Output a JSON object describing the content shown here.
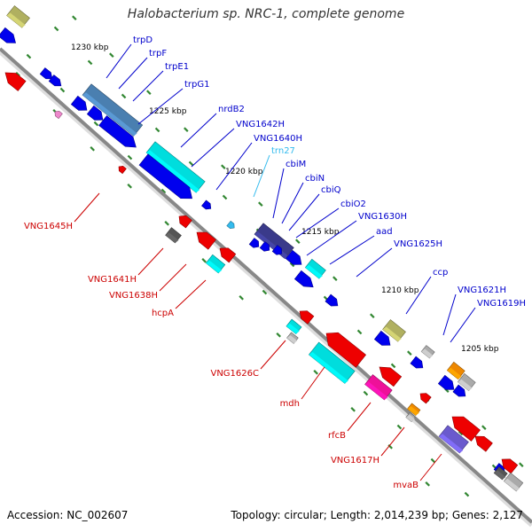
{
  "title": "Halobacterium sp. NRC-1, complete genome",
  "footer": {
    "accession": "Accession: NC_002607",
    "topology": "Topology: circular; Length: 2,014,239 bp; Genes: 2,127"
  },
  "colors": {
    "backbone": "#888888",
    "forward_label": "#0000cc",
    "reverse_label": "#cc0000",
    "rna_label": "#33bbee",
    "tick": "#338833",
    "blue": "#0000ee",
    "red": "#ee0000",
    "cyan": "#00dddd",
    "steel": "#4a7fb0",
    "indigo": "#3a3a8a",
    "olive": "#b0b060",
    "gray": "#aaaaaa",
    "dark_gray": "#555555",
    "orange": "#ee8800",
    "magenta": "#ee1199",
    "purple": "#6a5acd",
    "pink": "#ee88cc"
  },
  "scale_labels": [
    "1230 kbp",
    "1225 kbp",
    "1220 kbp",
    "1215 kbp",
    "1210 kbp",
    "1205 kbp"
  ],
  "gene_labels": [
    "trpD",
    "trpF",
    "trpE1",
    "trpG1",
    "nrdB2",
    "VNG1642H",
    "VNG1640H",
    "trn27",
    "cbiM",
    "cbiN",
    "cbiQ",
    "cbiO2",
    "VNG1630H",
    "aad",
    "VNG1625H",
    "ccp",
    "VNG1621H",
    "VNG1619H",
    "VNG1645H",
    "VNG1641H",
    "VNG1638H",
    "hcpA",
    "VNG1626C",
    "mdh",
    "rfcB",
    "VNG1617H",
    "mvaB"
  ]
}
